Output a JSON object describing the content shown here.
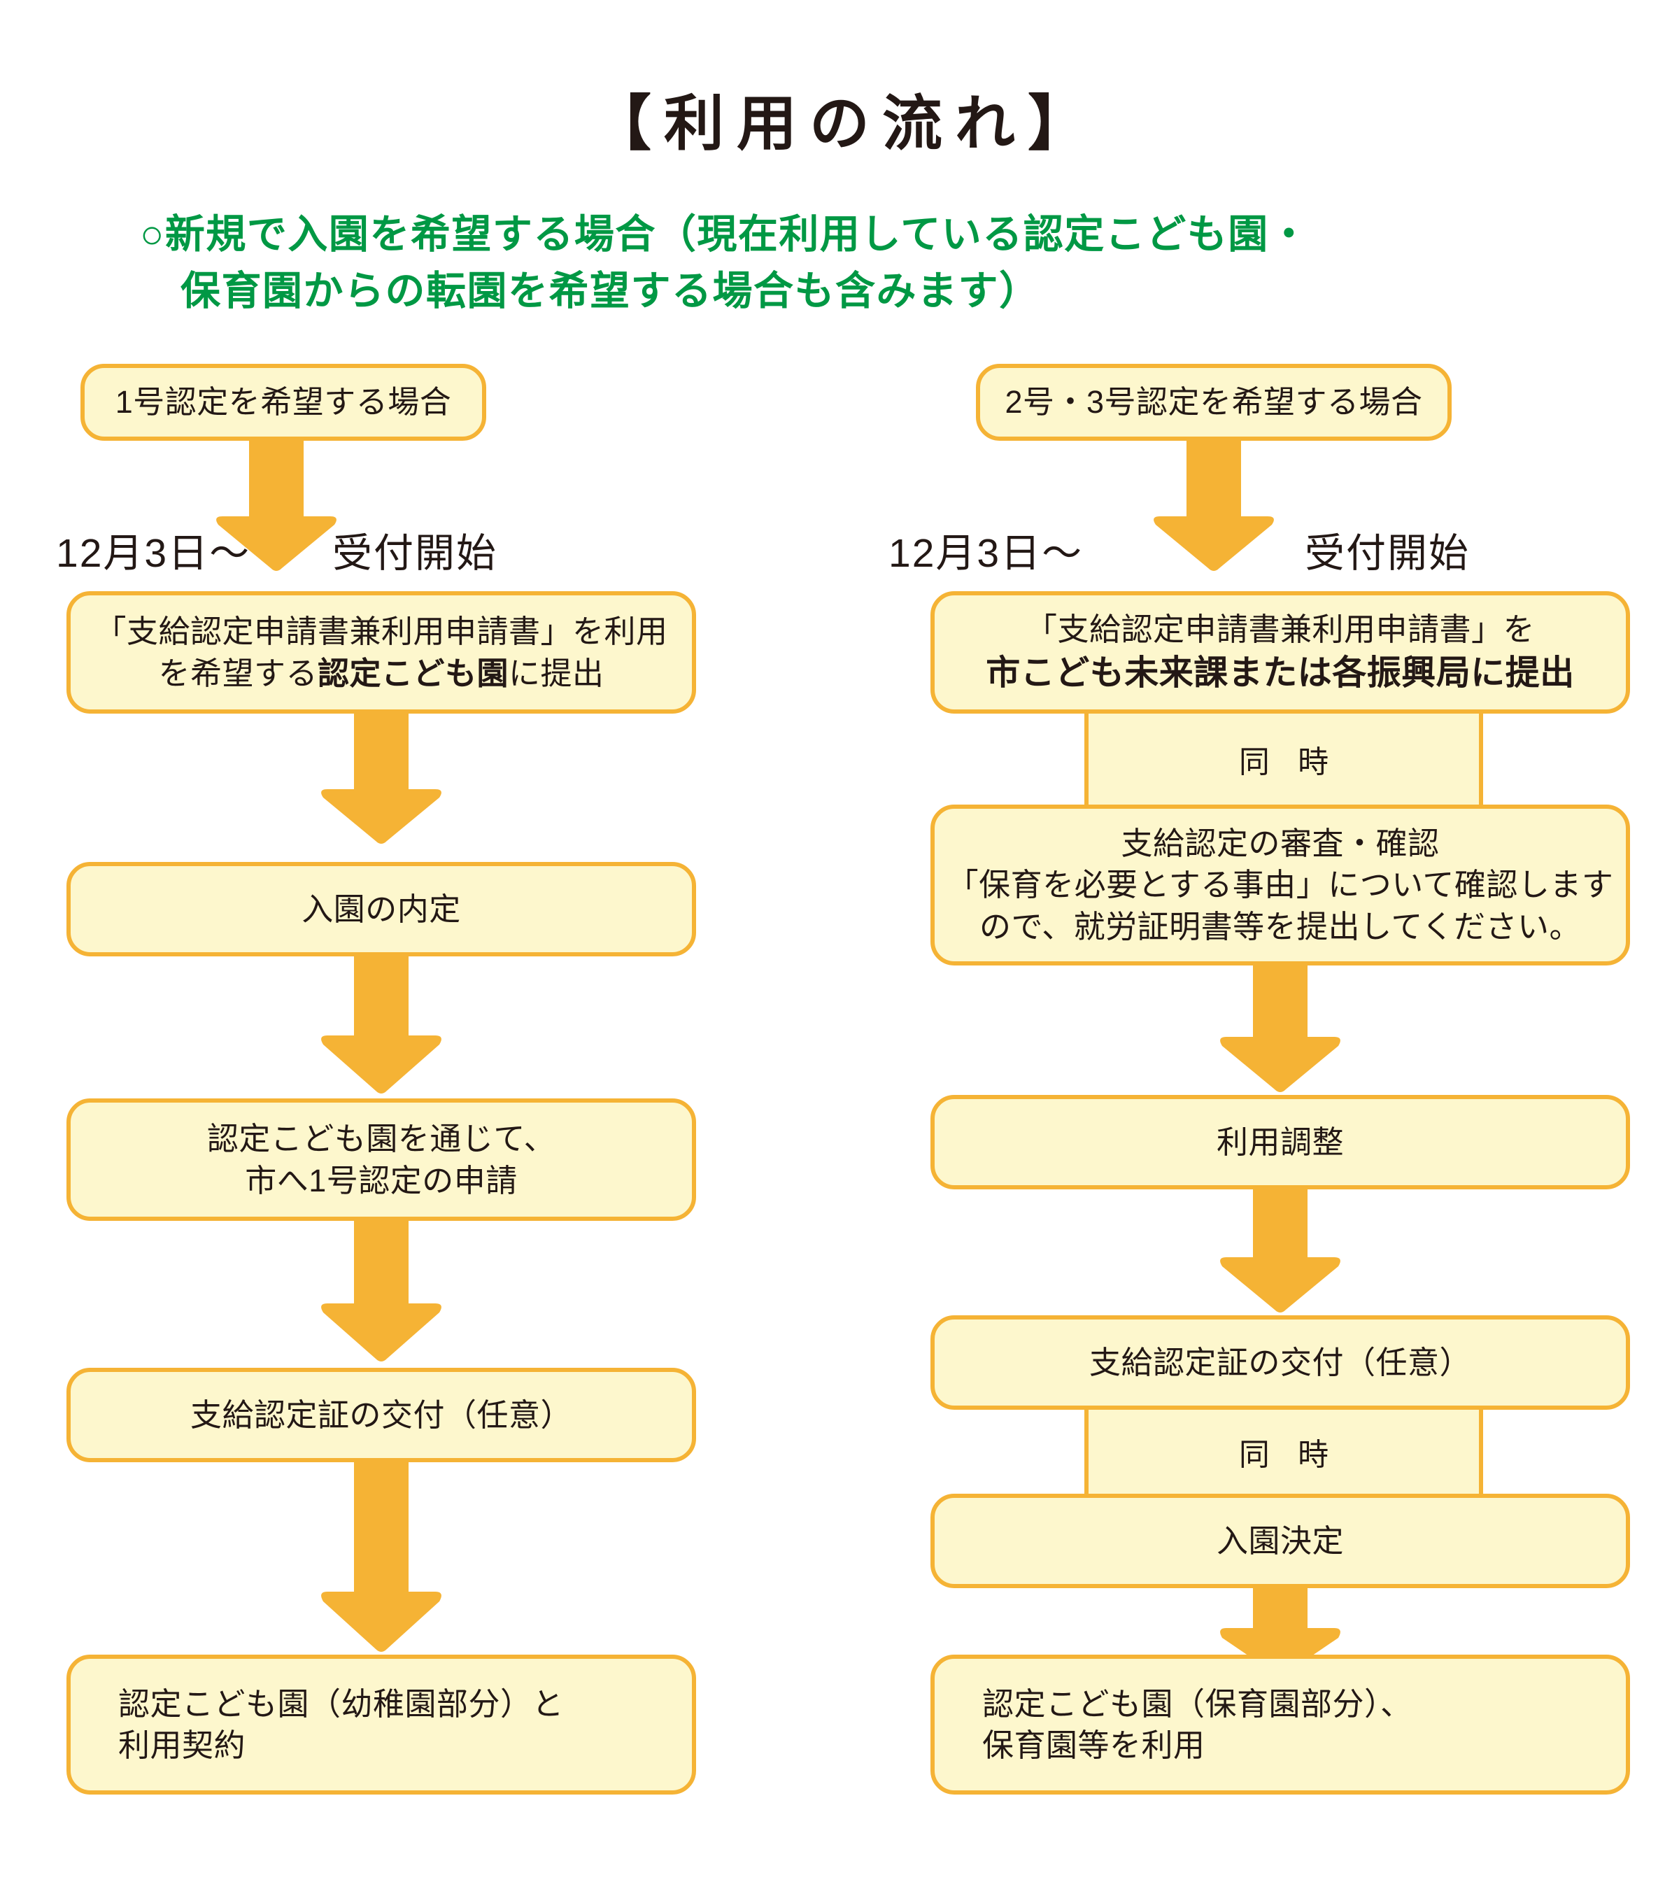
{
  "title": "【利用の流れ】",
  "subtitle": {
    "line1": "○新規で入園を希望する場合（現在利用している認定こども園・",
    "line2": "保育園からの転園を希望する場合も含みます）"
  },
  "colors": {
    "box_fill": "#fdf7cd",
    "box_border": "#f5b335",
    "arrow": "#f5b335",
    "accent_green": "#009844",
    "text": "#231815"
  },
  "columns": [
    {
      "id": "left",
      "header": "1号認定を希望する場合",
      "caption_date": "12月3日～",
      "caption_start": "受付開始",
      "steps": [
        {
          "id": "l1",
          "line1": "「支給認定申請書兼利用申請書」を利用",
          "line2_pre": "を希望する",
          "line2_bold": "認定こども園",
          "line2_post": "に提出"
        },
        {
          "id": "l2",
          "line1": "入園の内定"
        },
        {
          "id": "l3",
          "line1": "認定こども園を通じて、",
          "line2": "市へ1号認定の申請"
        },
        {
          "id": "l4",
          "line1": "支給認定証の交付（任意）"
        },
        {
          "id": "l5",
          "line1": "認定こども園（幼稚園部分）と",
          "line2": "利用契約"
        }
      ]
    },
    {
      "id": "right",
      "header": "2号・3号認定を希望する場合",
      "caption_date": "12月3日～",
      "caption_start": "受付開始",
      "simultaneous_label": "同 時",
      "steps": [
        {
          "id": "r1",
          "line1": "「支給認定申請書兼利用申請書」を",
          "line2_bold": "市こども未来課または各振興局に提出"
        },
        {
          "id": "r2",
          "line1": "支給認定の審査・確認",
          "line2": "「保育を必要とする事由」について確認します",
          "line3": "ので、就労証明書等を提出してください。"
        },
        {
          "id": "r3",
          "line1": "利用調整"
        },
        {
          "id": "r4",
          "line1": "支給認定証の交付（任意）"
        },
        {
          "id": "r5",
          "line1": "入園決定"
        },
        {
          "id": "r6",
          "line1": "認定こども園（保育園部分）、",
          "line2": "保育園等を利用"
        }
      ]
    }
  ]
}
